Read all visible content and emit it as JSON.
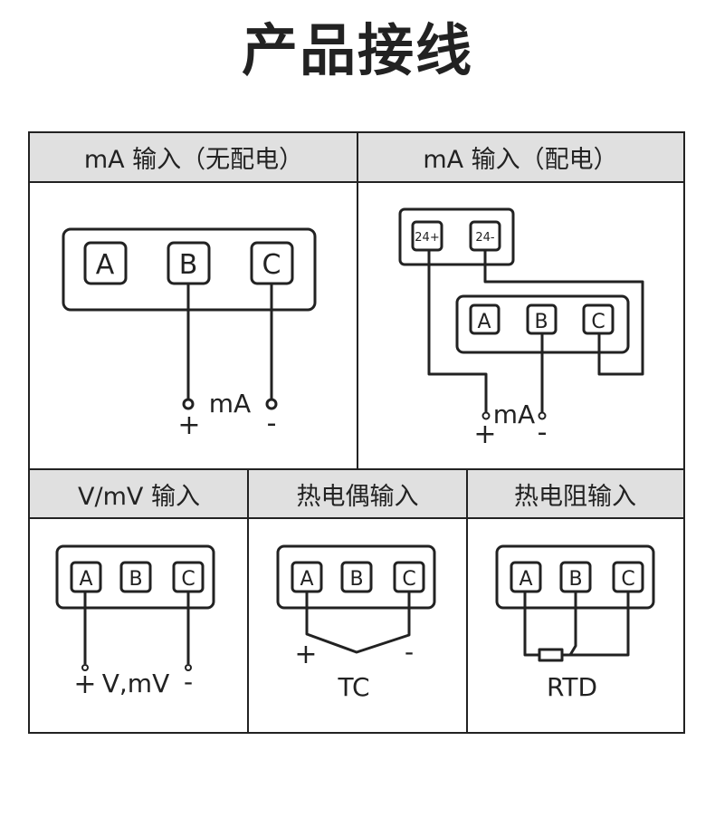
{
  "title": "产品接线",
  "panels": [
    {
      "id": "ma-no-power",
      "header": "mA 输入（无配电）",
      "terminals": [
        "A",
        "B",
        "C"
      ],
      "signal_label": "mA",
      "plus": "+",
      "minus": "-"
    },
    {
      "id": "ma-power",
      "header": "mA 输入（配电）",
      "power_terminals": [
        "24+",
        "24-"
      ],
      "terminals": [
        "A",
        "B",
        "C"
      ],
      "signal_label": "mA",
      "plus": "+",
      "minus": "-"
    },
    {
      "id": "v-mv",
      "header": "V/mV 输入",
      "terminals": [
        "A",
        "B",
        "C"
      ],
      "signal_label": "V,mV",
      "plus": "+",
      "minus": "-"
    },
    {
      "id": "thermocouple",
      "header": "热电偶输入",
      "terminals": [
        "A",
        "B",
        "C"
      ],
      "signal_label": "TC",
      "plus": "+",
      "minus": "-"
    },
    {
      "id": "rtd",
      "header": "热电阻输入",
      "terminals": [
        "A",
        "B",
        "C"
      ],
      "signal_label": "RTD"
    }
  ]
}
